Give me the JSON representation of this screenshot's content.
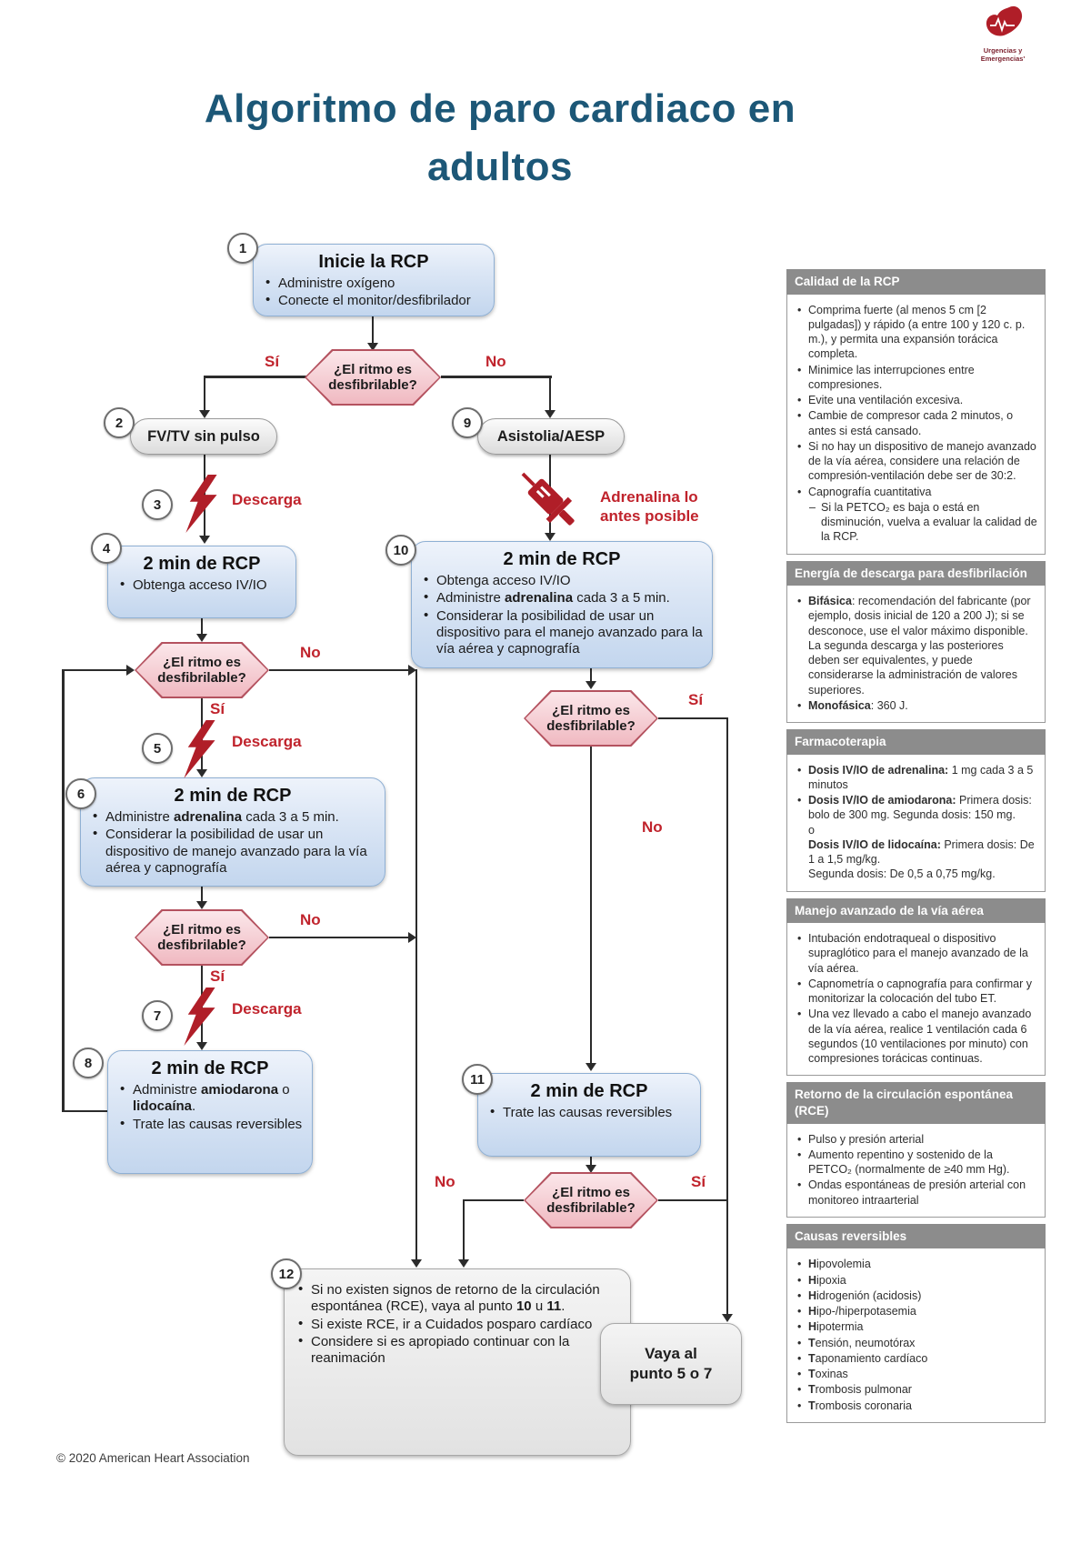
{
  "logo": {
    "line1": "Urgencias y",
    "line2": "Emergencias'"
  },
  "title": "Algoritmo de paro cardiaco en adultos",
  "footer": "© 2020 American Heart Association",
  "flow": {
    "decision_label": "¿El ritmo es desfibrilable?",
    "yes": "Sí",
    "no": "No",
    "shock": "Descarga",
    "adrenaline_note_line1": "Adrenalina lo",
    "adrenaline_note_line2": "antes posible",
    "n1": {
      "num": "1",
      "title": "Inicie la RCP",
      "bullets": [
        [
          {
            "t": "Administre oxígeno"
          }
        ],
        [
          {
            "t": "Conecte el monitor/desfibrilador"
          }
        ]
      ]
    },
    "n2": {
      "num": "2",
      "label": "FV/TV sin pulso"
    },
    "n3": {
      "num": "3"
    },
    "n4": {
      "num": "4",
      "title": "2 min de RCP",
      "bullets": [
        [
          {
            "t": "Obtenga acceso IV/IO"
          }
        ]
      ]
    },
    "n5": {
      "num": "5"
    },
    "n6": {
      "num": "6",
      "title": "2 min de RCP",
      "bullets": [
        [
          {
            "t": "Administre "
          },
          {
            "b": "adrenalina"
          },
          {
            "t": " cada 3 a 5 min."
          }
        ],
        [
          {
            "t": "Considerar la posibilidad de usar un dispositivo de manejo avanzado para la vía aérea y capnografía"
          }
        ]
      ]
    },
    "n7": {
      "num": "7"
    },
    "n8": {
      "num": "8",
      "title": "2 min de RCP",
      "bullets": [
        [
          {
            "t": "Administre "
          },
          {
            "b": "amiodarona"
          },
          {
            "t": " o "
          },
          {
            "b": "lidocaína"
          },
          {
            "t": "."
          }
        ],
        [
          {
            "t": "Trate las causas reversibles"
          }
        ]
      ]
    },
    "n9": {
      "num": "9",
      "label": "Asistolia/AESP"
    },
    "n10": {
      "num": "10",
      "title": "2 min de RCP",
      "bullets": [
        [
          {
            "t": "Obtenga acceso IV/IO"
          }
        ],
        [
          {
            "t": "Administre "
          },
          {
            "b": "adrenalina"
          },
          {
            "t": " cada 3 a 5 min."
          }
        ],
        [
          {
            "t": "Considerar la posibilidad de usar un dispositivo para el manejo avanzado para la vía aérea y capnografía"
          }
        ]
      ]
    },
    "n11": {
      "num": "11",
      "title": "2 min de RCP",
      "bullets": [
        [
          {
            "t": "Trate las causas reversibles"
          }
        ]
      ]
    },
    "n12": {
      "num": "12",
      "bullets": [
        [
          {
            "t": "Si no existen signos de retorno de la circulación espontánea (RCE), vaya al punto "
          },
          {
            "b": "10"
          },
          {
            "t": " u "
          },
          {
            "b": "11"
          },
          {
            "t": "."
          }
        ],
        [
          {
            "t": "Si existe RCE, ir a Cuidados posparo cardíaco"
          }
        ],
        [
          {
            "t": "Considere si es apropiado continuar con la reanimación"
          }
        ]
      ],
      "goto_line1": "Vaya al",
      "goto_line2": "punto 5 o 7"
    }
  },
  "sidebar": {
    "sections": [
      {
        "title": "Calidad de la RCP",
        "items": [
          {
            "runs": [
              {
                "t": "Comprima fuerte (al menos 5 cm [2 pulgadas]) y rápido (a entre 100 y 120 c. p. m.), y permita una expansión torácica completa."
              }
            ]
          },
          {
            "runs": [
              {
                "t": "Minimice las interrupciones entre compresiones."
              }
            ]
          },
          {
            "runs": [
              {
                "t": "Evite una ventilación excesiva."
              }
            ]
          },
          {
            "runs": [
              {
                "t": "Cambie de compresor cada 2 minutos, o antes si está cansado."
              }
            ]
          },
          {
            "runs": [
              {
                "t": "Si no hay un dispositivo de manejo avanzado de la vía aérea, considere una relación de compresión-ventilación debe ser de 30:2."
              }
            ]
          },
          {
            "runs": [
              {
                "t": "Capnografía cuantitativa"
              }
            ]
          },
          {
            "sub": true,
            "runs": [
              {
                "t": "Si la PETCO₂ es baja o está en disminución, vuelva a evaluar la calidad de la RCP."
              }
            ]
          }
        ]
      },
      {
        "title": "Energía de descarga para desfibrilación",
        "items": [
          {
            "runs": [
              {
                "b": "Bifásica"
              },
              {
                "t": ": recomendación del fabricante (por ejemplo, dosis inicial de 120 a 200 J); si se desconoce, use el valor máximo disponible. La segunda descarga y las posteriores deben ser equivalentes, y puede considerarse la administración de valores superiores."
              }
            ]
          },
          {
            "runs": [
              {
                "b": "Monofásica"
              },
              {
                "t": ": 360 J."
              }
            ]
          }
        ]
      },
      {
        "title": "Farmacoterapia",
        "items": [
          {
            "runs": [
              {
                "b": "Dosis IV/IO de adrenalina:"
              },
              {
                "t": " 1 mg cada 3 a 5 minutos"
              }
            ]
          },
          {
            "runs": [
              {
                "b": "Dosis IV/IO de amiodarona:"
              },
              {
                "t": " Primera dosis: bolo de 300 mg. Segunda dosis: 150 mg."
              },
              {
                "br": true
              },
              {
                "t": "o"
              },
              {
                "br": true
              },
              {
                "b": "Dosis IV/IO de lidocaína:"
              },
              {
                "t": " Primera dosis: De 1 a 1,5 mg/kg."
              },
              {
                "br": true
              },
              {
                "t": "Segunda dosis: De 0,5 a 0,75 mg/kg."
              }
            ]
          }
        ]
      },
      {
        "title": "Manejo avanzado de la vía aérea",
        "items": [
          {
            "runs": [
              {
                "t": "Intubación endotraqueal o dispositivo supraglótico para el manejo avanzado de la vía aérea."
              }
            ]
          },
          {
            "runs": [
              {
                "t": "Capnometría o capnografía para confirmar y monitorizar la colocación del tubo ET."
              }
            ]
          },
          {
            "runs": [
              {
                "t": "Una vez llevado a cabo el manejo avanzado de la vía aérea, realice 1 ventilación cada 6 segundos (10 ventilaciones por minuto) con compresiones torácicas continuas."
              }
            ]
          }
        ]
      },
      {
        "title": "Retorno de la circulación espontánea (RCE)",
        "items": [
          {
            "runs": [
              {
                "t": "Pulso y presión arterial"
              }
            ]
          },
          {
            "runs": [
              {
                "t": "Aumento repentino y sostenido de la PETCO₂ (normalmente de ≥40 mm Hg)."
              }
            ]
          },
          {
            "runs": [
              {
                "t": "Ondas espontáneas de presión arterial con monitoreo intraarterial"
              }
            ]
          }
        ]
      },
      {
        "title": "Causas reversibles",
        "items": [
          {
            "runs": [
              {
                "b": "H"
              },
              {
                "t": "ipovolemia"
              }
            ]
          },
          {
            "runs": [
              {
                "b": "H"
              },
              {
                "t": "ipoxia"
              }
            ]
          },
          {
            "runs": [
              {
                "b": "H"
              },
              {
                "t": "idrogenión (acidosis)"
              }
            ]
          },
          {
            "runs": [
              {
                "b": "H"
              },
              {
                "t": "ipo-/hiperpotasemia"
              }
            ]
          },
          {
            "runs": [
              {
                "b": "H"
              },
              {
                "t": "ipotermia"
              }
            ]
          },
          {
            "runs": [
              {
                "b": "T"
              },
              {
                "t": "ensión, neumotórax"
              }
            ]
          },
          {
            "runs": [
              {
                "b": "T"
              },
              {
                "t": "aponamiento cardíaco"
              }
            ]
          },
          {
            "runs": [
              {
                "b": "T"
              },
              {
                "t": "oxinas"
              }
            ]
          },
          {
            "runs": [
              {
                "b": "T"
              },
              {
                "t": "rombosis pulmonar"
              }
            ]
          },
          {
            "runs": [
              {
                "b": "T"
              },
              {
                "t": "rombosis coronaria"
              }
            ]
          }
        ]
      }
    ]
  }
}
